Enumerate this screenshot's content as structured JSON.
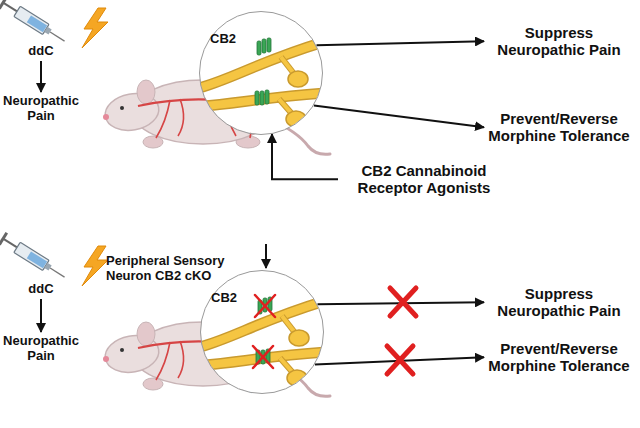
{
  "diagram": {
    "nodes": [
      {
        "text": [
          "ddC"
        ]
      },
      {
        "text": [
          "Neuropathic Pain"
        ]
      },
      {
        "text": [
          "CB2"
        ]
      },
      {
        "text": [
          "Suppress Neuropathic Pain"
        ]
      },
      {
        "text": [
          "Prevent/Reverse Morphine Tolerance"
        ]
      },
      {
        "text": [
          "CB2 Cannabinoid Receptor Agonists"
        ]
      },
      {
        "text": [
          "ddC"
        ]
      },
      {
        "text": [
          "Neuropathic Pain"
        ]
      },
      {
        "text": [
          "CB2"
        ]
      },
      {
        "text": [
          "Suppress Neuropathic Pain"
        ]
      },
      {
        "text": [
          "Prevent/Reverse Morphine Tolerance"
        ]
      }
    ],
    "edges": [
      {
        "from": 0,
        "to": 1,
        "arrow": "to"
      },
      {
        "from": 2,
        "to": 3,
        "arrow": "to"
      },
      {
        "from": 2,
        "to": 4,
        "arrow": "to"
      },
      {
        "from": 5,
        "to": 2,
        "arrow": "to"
      },
      {
        "from": 6,
        "to": 7,
        "arrow": "to"
      },
      {
        "from": 8,
        "to": 9,
        "arrow": "to"
      },
      {
        "from": 8,
        "to": 10,
        "arrow": "to"
      }
    ],
    "labels": [
      "Peripheral Sensory Neuron CB2 cKO"
    ]
  }
}
